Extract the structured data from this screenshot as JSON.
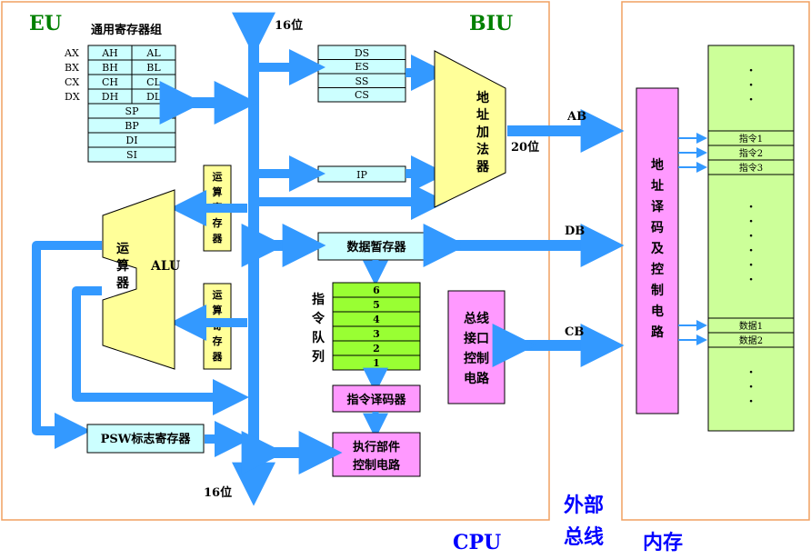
{
  "labels": {
    "eu": "EU",
    "biu": "BIU",
    "cpu": "CPU",
    "external_bus": [
      "外部",
      "总线"
    ],
    "memory": "内存",
    "bit16_top": "16位",
    "bit16_bottom": "16位",
    "bit20": "20位",
    "ab": "AB",
    "db": "DB",
    "cb": "CB",
    "alu": "ALU"
  },
  "registers": {
    "title": "通用寄存器组",
    "row_labels": [
      "AX",
      "BX",
      "CX",
      "DX"
    ],
    "high": [
      "AH",
      "BH",
      "CH",
      "DH"
    ],
    "low": [
      "AL",
      "BL",
      "CL",
      "DL"
    ],
    "pointer": [
      "SP",
      "BP",
      "DI",
      "SI"
    ]
  },
  "segment_registers": [
    "DS",
    "ES",
    "SS",
    "CS"
  ],
  "ip": "IP",
  "adder": [
    "地",
    "址",
    "加",
    "法",
    "器"
  ],
  "alu_box": [
    "运",
    "算",
    "器"
  ],
  "op_reg_top": [
    "运",
    "算",
    "寄",
    "存",
    "器"
  ],
  "op_reg_bottom": [
    "运",
    "算",
    "寄",
    "存",
    "器"
  ],
  "data_temp": "数据暂存器",
  "queue_label": [
    "指",
    "令",
    "队",
    "列"
  ],
  "queue_slots": [
    "6",
    "5",
    "4",
    "3",
    "2",
    "1"
  ],
  "decoder": "指令译码器",
  "exec_ctrl": [
    "执行部件",
    "控制电路"
  ],
  "psw": "PSW标志寄存器",
  "bus_ctrl": [
    "总线",
    "接口",
    "控制",
    "电路"
  ],
  "addr_decode": [
    "地",
    "址",
    "译",
    "码",
    "及",
    "控",
    "制",
    "电",
    "路"
  ],
  "memory_cells": {
    "dots": "·",
    "instr": [
      "指令1",
      "指令2",
      "指令3"
    ],
    "data": [
      "数据1",
      "数据2"
    ]
  },
  "colors": {
    "arrow": "#3399ff",
    "frame": "#f0a060",
    "green_text": "#008000",
    "blue_text": "#0000ff",
    "cyan_box": "#ccffff",
    "yellow_box": "#ffff99",
    "pink_box": "#ff99ff",
    "green_box": "#ccff99",
    "queue_green": "#99ff33"
  }
}
